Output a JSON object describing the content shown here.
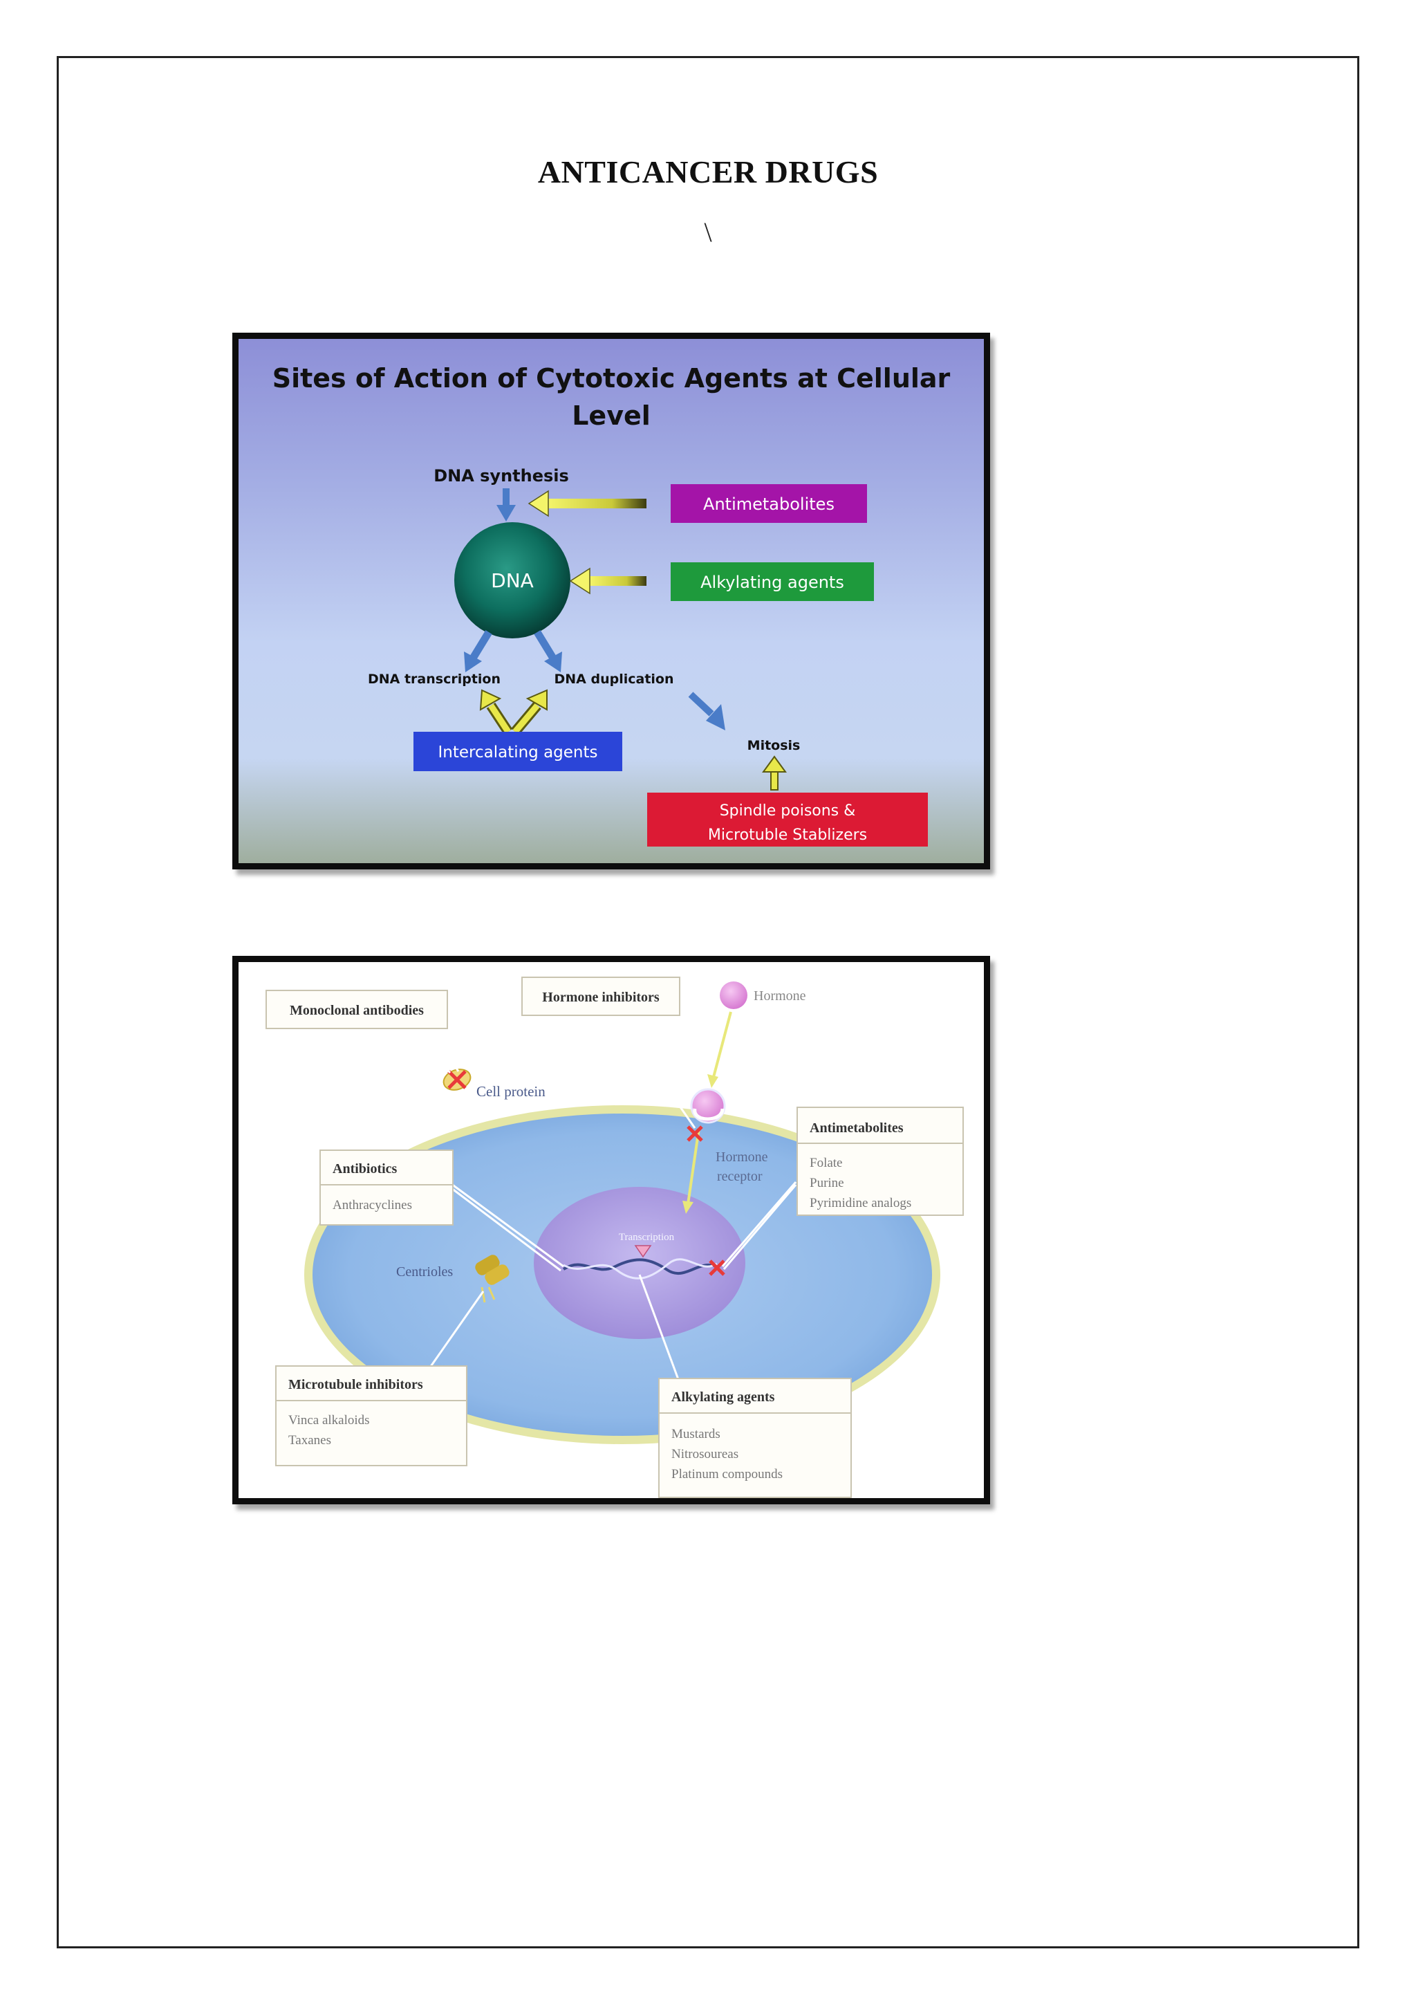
{
  "document": {
    "title": "ANTICANCER DRUGS",
    "stray_char": "\\"
  },
  "figure1": {
    "title_line1": "Sites of Action of Cytotoxic Agents at Cellular",
    "title_line2": "Level",
    "dna_synthesis": "DNA synthesis",
    "dna": "DNA",
    "dna_transcription": "DNA transcription",
    "dna_duplication": "DNA duplication",
    "mitosis": "Mitosis",
    "antimetabolites": "Antimetabolites",
    "alkylating_agents": "Alkylating agents",
    "intercalating_agents": "Intercalating agents",
    "spindle_line1": "Spindle poisons &",
    "spindle_line2": "Microtuble Stablizers",
    "colors": {
      "antimetabolites": "#a414a8",
      "alkylating": "#1e9a3c",
      "intercalating": "#2b45d8",
      "spindle": "#dc1a34",
      "dna_sphere": "#0d6e5e",
      "blue_arrow": "#4a7cc8",
      "yellow_arrow": "#e8e84a"
    }
  },
  "figure2": {
    "monoclonal": "Monoclonal antibodies",
    "cell_protein": "Cell protein",
    "hormone_inhibitors": "Hormone inhibitors",
    "hormone": "Hormone",
    "hormone_receptor_line1": "Hormone",
    "hormone_receptor_line2": "receptor",
    "antimetabolites": {
      "title": "Antimetabolites",
      "items": [
        "Folate",
        "Purine",
        "Pyrimidine analogs"
      ]
    },
    "antibiotics": {
      "title": "Antibiotics",
      "items": [
        "Anthracyclines"
      ]
    },
    "transcription": "Transcription",
    "centrioles": "Centrioles",
    "microtubule": {
      "title": "Microtubule inhibitors",
      "items": [
        "Vinca alkaloids",
        "Taxanes"
      ]
    },
    "alkylating": {
      "title": "Alkylating agents",
      "items": [
        "Mustards",
        "Nitrosoureas",
        "Platinum compounds"
      ]
    },
    "colors": {
      "cell": "#8fb8e8",
      "nucleus": "#b4a8e6",
      "hormone": "#e39ae0",
      "inhibit_x": "#e83a3a"
    }
  }
}
